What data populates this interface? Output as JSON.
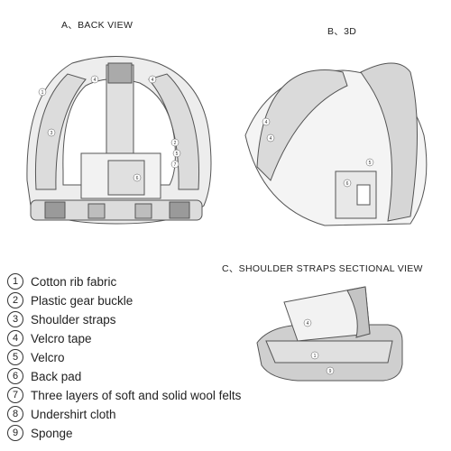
{
  "captions": {
    "back_view": "A、BACK  VIEW",
    "view_3d": "B、3D",
    "sectional_view": "C、SHOULDER STRAPS SECTIONAL VIEW"
  },
  "legend": [
    {
      "num": "1",
      "text": "Cotton rib  fabric"
    },
    {
      "num": "2",
      "text": "Plastic  gear   buckle"
    },
    {
      "num": "3",
      "text": "Shoulder straps"
    },
    {
      "num": "4",
      "text": "Velcro tape"
    },
    {
      "num": "5",
      "text": "Velcro"
    },
    {
      "num": "6",
      "text": "Back  pad"
    },
    {
      "num": "7",
      "text": "Three layers of  soft  and solid wool felts"
    },
    {
      "num": "8",
      "text": "Undershirt cloth"
    },
    {
      "num": "9",
      "text": "Sponge"
    }
  ],
  "callouts": {
    "back": [
      "1",
      "2",
      "3",
      "4",
      "4",
      "5",
      "6",
      "7"
    ],
    "view3d": [
      "4",
      "4",
      "5",
      "6"
    ],
    "section": [
      "4",
      "1",
      "9"
    ]
  },
  "colors": {
    "line": "#555555",
    "fill": "#e6e6e6",
    "dark": "#9a9a9a"
  }
}
